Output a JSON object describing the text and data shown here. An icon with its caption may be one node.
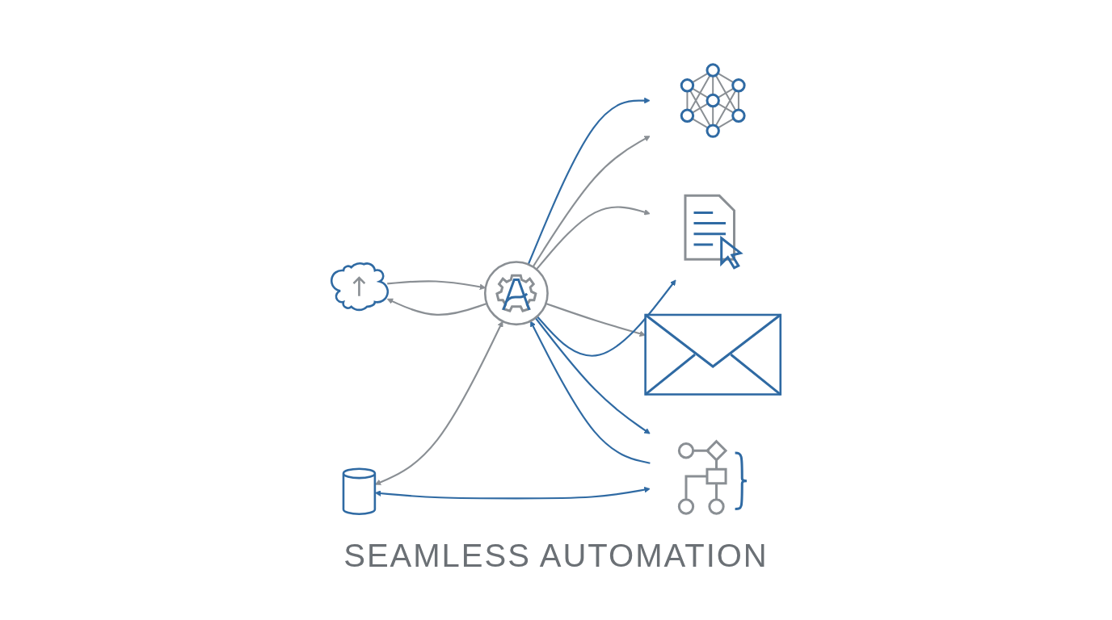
{
  "diagram": {
    "title": "SEAMLESS AUTOMATION",
    "nodes": [
      {
        "text": [],
        "shape": "cloud"
      },
      {
        "text": [],
        "shape": "picture"
      },
      {
        "text": [],
        "shape": "cylinder"
      },
      {
        "text": [],
        "shape": "circle"
      },
      {
        "text": [],
        "shape": "picture"
      },
      {
        "text": [],
        "shape": "picture"
      },
      {
        "text": [],
        "shape": "box"
      }
    ],
    "edges": [
      {
        "from": 0,
        "to": 3,
        "arrow": "to"
      },
      {
        "from": 3,
        "to": 0,
        "arrow": "to"
      },
      {
        "from": 2,
        "to": 3,
        "arrow": "both"
      },
      {
        "from": 3,
        "to": 1,
        "arrow": "to",
        "color": "#2f6aa3"
      },
      {
        "from": 3,
        "to": 1,
        "arrow": "to"
      },
      {
        "from": 3,
        "to": 4,
        "arrow": "to"
      },
      {
        "from": 3,
        "to": 6,
        "arrow": "to"
      },
      {
        "from": 3,
        "to": 4,
        "arrow": "to",
        "color": "#2f6aa3"
      },
      {
        "from": 3,
        "to": 5,
        "arrow": "to",
        "color": "#2f6aa3"
      },
      {
        "from": 2,
        "to": 5,
        "arrow": "both",
        "color": "#2f6aa3"
      },
      {
        "from": 5,
        "to": 3,
        "arrow": "to",
        "color": "#2f6aa3"
      }
    ]
  }
}
